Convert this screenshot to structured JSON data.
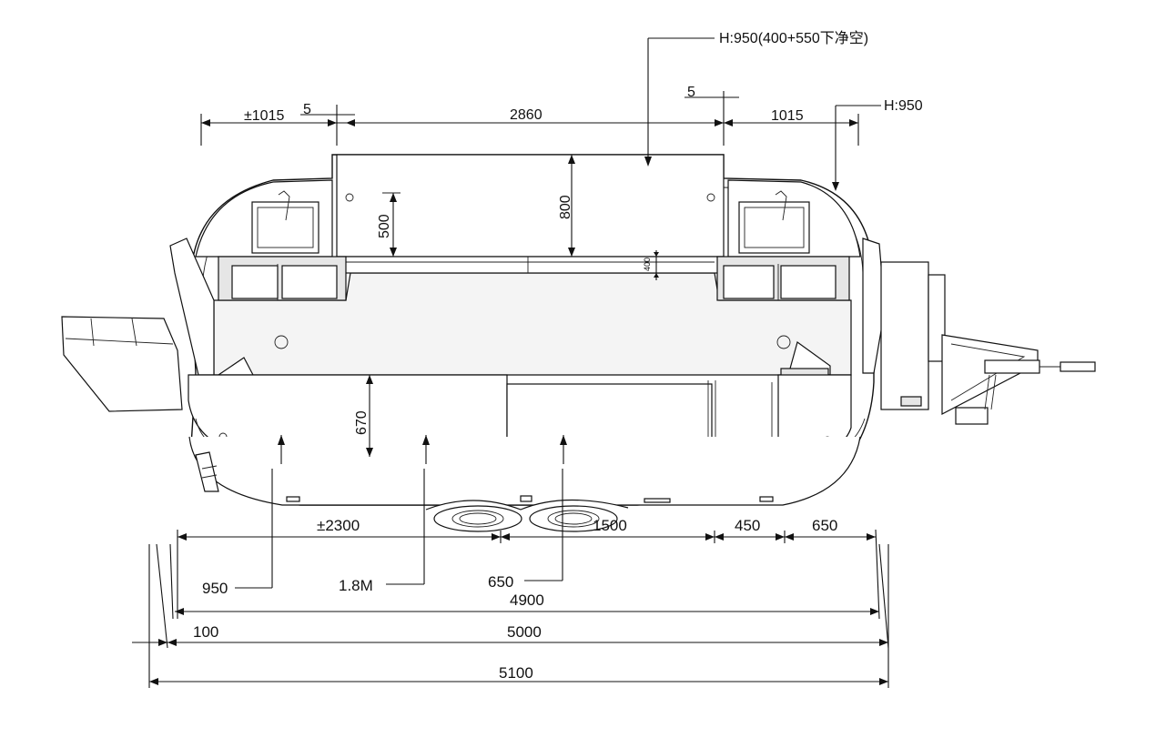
{
  "labels": {
    "top_height_note": "H:950(400+550下净空)",
    "top_right_height": "H:950",
    "top_left_width": "±1015",
    "top_left_gap": "5",
    "top_center_width": "2860",
    "top_right_gap": "5",
    "top_right_width": "1015",
    "counter_depth_800": "800",
    "counter_depth_500": "500",
    "shelf_400": "400",
    "front_depth_670": "670",
    "seg_2300": "±2300",
    "seg_1500": "1500",
    "seg_450": "450",
    "seg_650": "650",
    "callout_950": "950",
    "callout_1_8m": "1.8M",
    "callout_650": "650",
    "total_4900": "4900",
    "offset_100": "100",
    "total_5000": "5000",
    "total_5100": "5100"
  }
}
